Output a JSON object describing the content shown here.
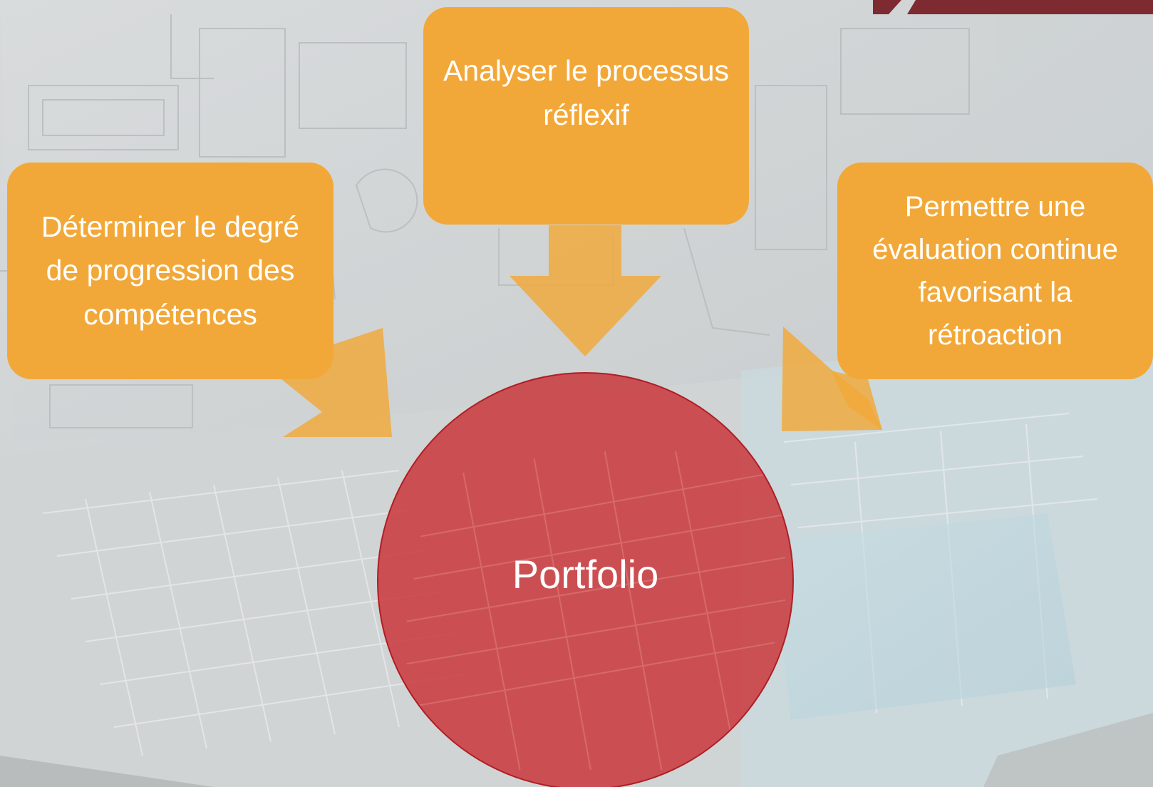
{
  "diagram": {
    "center": {
      "label": "Portfolio"
    },
    "boxes": [
      {
        "id": "top",
        "label": "Analyser le processus réflexif"
      },
      {
        "id": "left",
        "label": "Déterminer le degré de progression des compétences"
      },
      {
        "id": "right",
        "label": "Permettre une évaluation continue favorisant la rétroaction"
      }
    ]
  },
  "colors": {
    "box_fill": "#f2a838",
    "arrow_fill": "#f2a838",
    "hub_fill": "#c94247",
    "hub_border": "#b01e24",
    "banner": "#7e2a31",
    "text": "#ffffff"
  }
}
